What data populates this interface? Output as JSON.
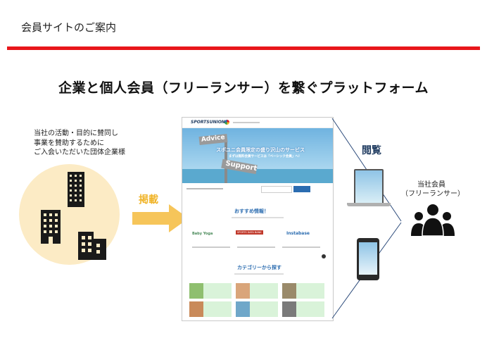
{
  "slide": {
    "title": "会員サイトのご案内",
    "headline": "企業と個人会員（フリーランサー）を繋ぐプラットフォーム"
  },
  "left": {
    "description": "当社の活動・目的に賛同し\n事業を賛助するために\nご入会いただいた団体企業様"
  },
  "arrow": {
    "label": "掲載"
  },
  "view": {
    "label": "閲覧"
  },
  "member": {
    "label": "当社会員\n（フリーランサー）"
  },
  "site": {
    "logo": "SPORTSUNION",
    "hero_heading": "スポユニ会員限定の盛り沢山のサービス",
    "hero_sub": "まずは無料会員サービスは「ベーシック会員」へ!",
    "sign_advice": "Advice",
    "sign_support": "Support",
    "recommend_heading": "おすすめ情報！",
    "partners": [
      "Baby Yoga",
      "SPORTS DATA BANK",
      "Instabase"
    ],
    "category_heading": "カテゴリーから探す"
  },
  "colors": {
    "accent_red": "#e8161b",
    "arrow_yellow": "#f0b429",
    "circle_bg": "#fcebc5",
    "heading_navy": "#1e3a5f"
  }
}
